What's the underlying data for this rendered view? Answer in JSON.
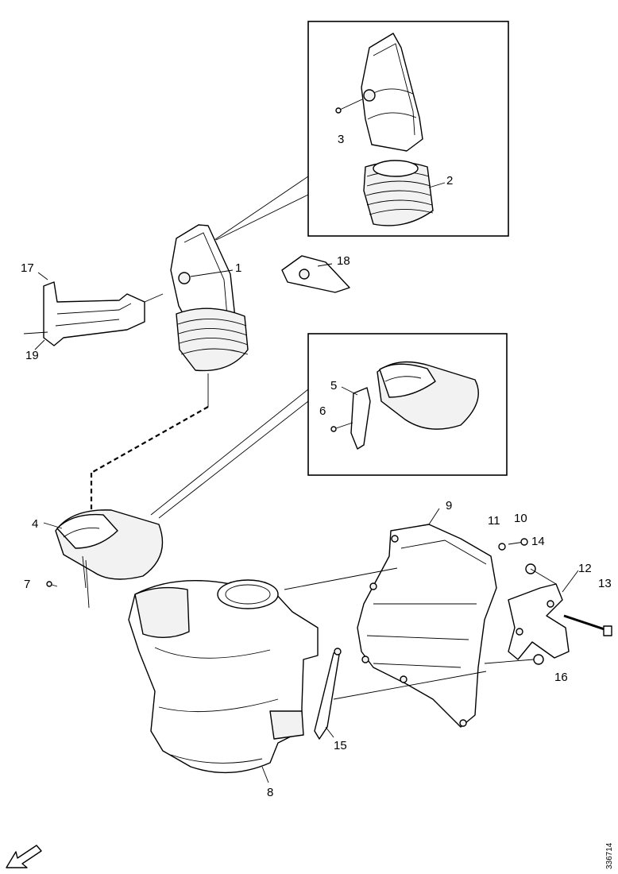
{
  "diagram": {
    "document_id": "336714",
    "callouts": {
      "c1": "1",
      "c2": "2",
      "c3": "3",
      "c4": "4",
      "c5": "5",
      "c6": "6",
      "c7": "7",
      "c8": "8",
      "c9": "9",
      "c10": "10",
      "c11": "11",
      "c12": "12",
      "c13": "13",
      "c14": "14",
      "c15": "15",
      "c16": "16",
      "c17": "17",
      "c18": "18",
      "c19": "19"
    },
    "icons": {
      "orientation": "direction-arrow-icon"
    }
  }
}
